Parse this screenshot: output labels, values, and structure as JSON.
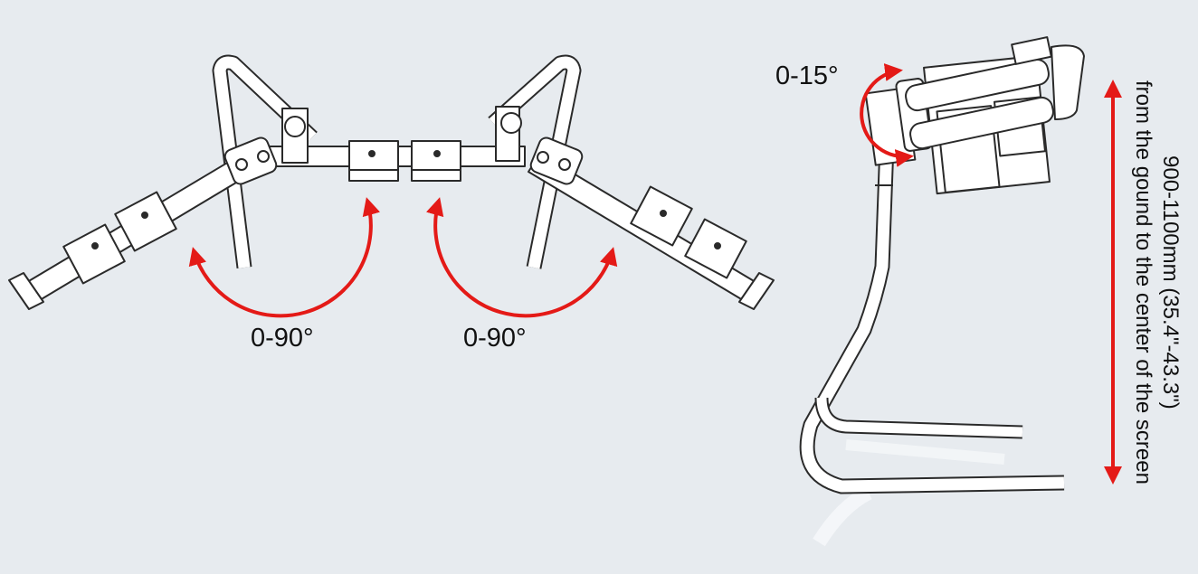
{
  "colors": {
    "background": "#e7ebef",
    "arrow": "#e41a17",
    "frame_fill": "#ffffff",
    "frame_stroke": "#2a2a2a"
  },
  "annotations": {
    "left_angle": "0-90°",
    "right_angle": "0-90°",
    "tilt_angle": "0-15°",
    "height_range": "900-1100mm (35.4\"-43.3\")",
    "height_reference": "from the gound to the center of the screen"
  }
}
